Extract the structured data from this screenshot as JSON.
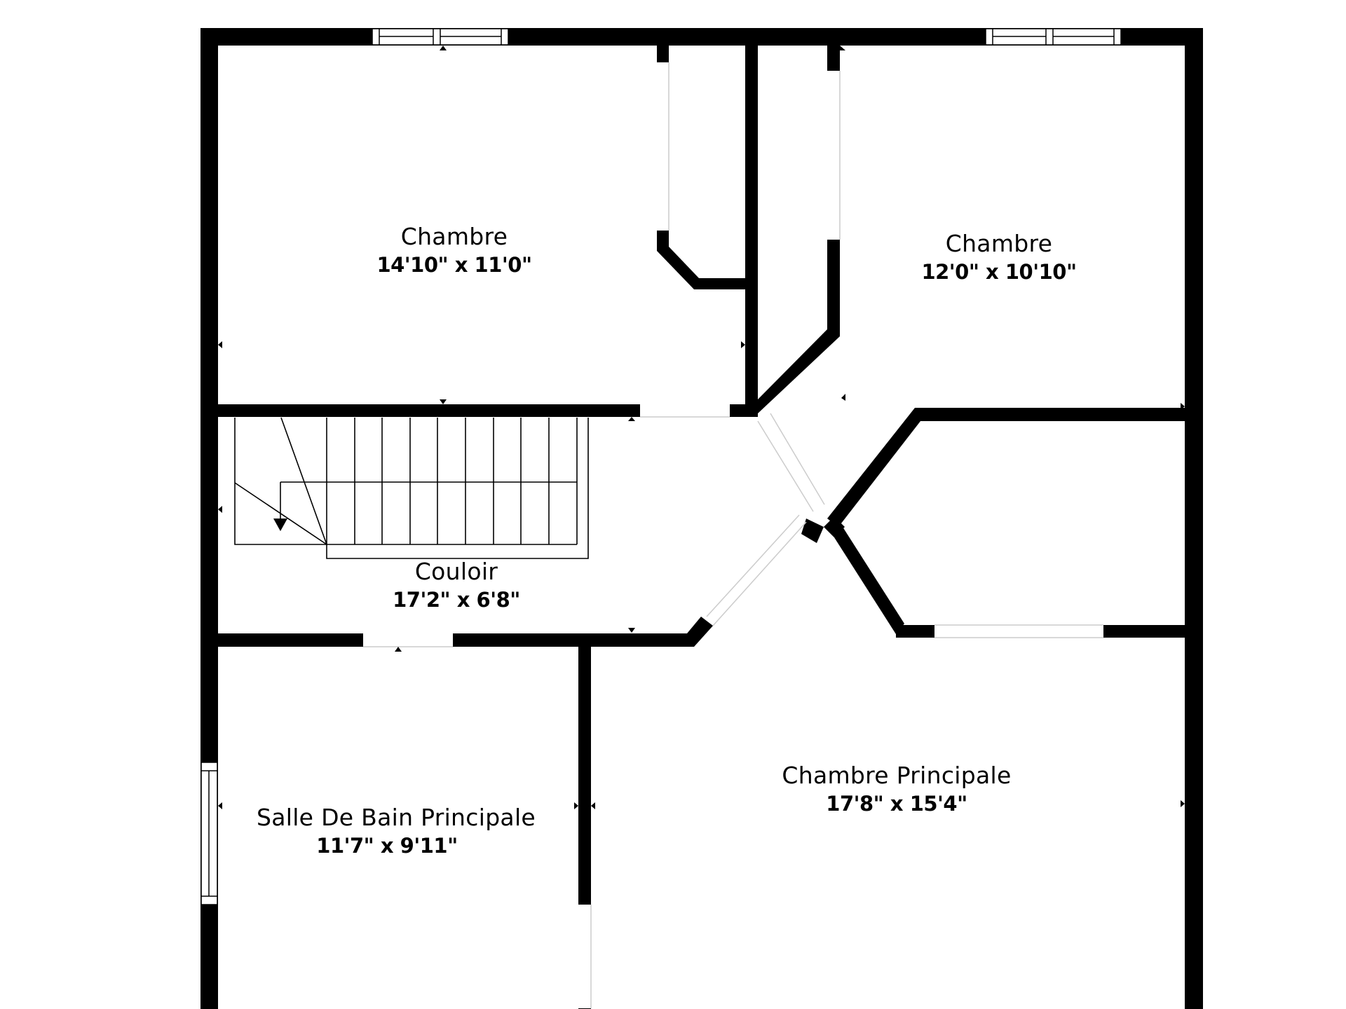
{
  "floorplan": {
    "colors": {
      "wall": "#000000",
      "background": "#ffffff",
      "opening": "#cccccc"
    },
    "rooms": [
      {
        "id": "chambre-1",
        "name": "Chambre",
        "dimensions": "14'10\" x 11'0\""
      },
      {
        "id": "chambre-2",
        "name": "Chambre",
        "dimensions": "12'0\" x 10'10\""
      },
      {
        "id": "couloir",
        "name": "Couloir",
        "dimensions": "17'2\" x 6'8\""
      },
      {
        "id": "salle-de-bain",
        "name": "Salle De Bain Principale",
        "dimensions": "11'7\" x 9'11\""
      },
      {
        "id": "chambre-principale",
        "name": "Chambre Principale",
        "dimensions": "17'8\" x 15'4\""
      }
    ]
  }
}
